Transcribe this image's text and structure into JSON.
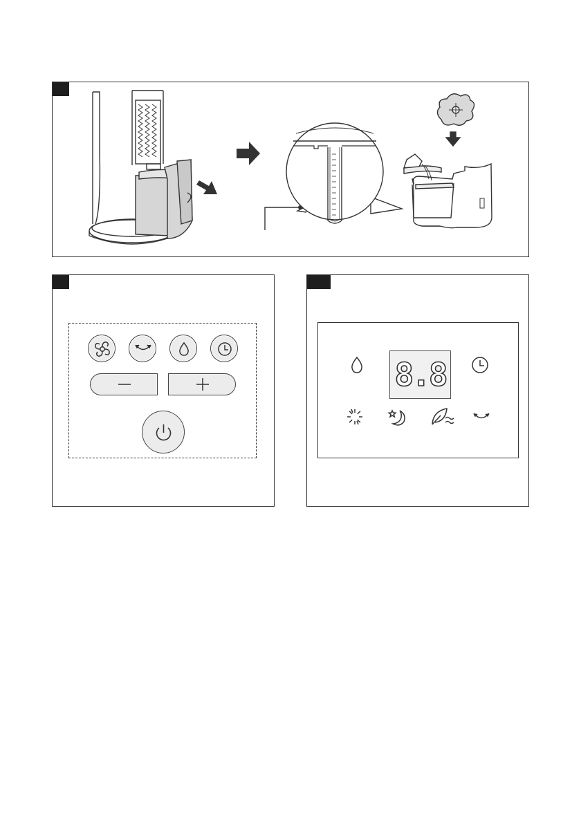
{
  "figures": {
    "top": {
      "tag_label": "",
      "caption": ""
    },
    "control_panel": {
      "tag_label": "",
      "caption": "",
      "buttons": [
        {
          "name": "fan-mode-button",
          "icon": "fan-swirl-icon"
        },
        {
          "name": "oscillation-button",
          "icon": "oscillation-arrow-icon"
        },
        {
          "name": "humidify-button",
          "icon": "water-drop-icon"
        },
        {
          "name": "timer-button",
          "icon": "clock-icon"
        },
        {
          "name": "decrease-button",
          "icon": "minus-icon"
        },
        {
          "name": "increase-button",
          "icon": "plus-icon"
        },
        {
          "name": "power-button",
          "icon": "power-icon"
        }
      ]
    },
    "display": {
      "tag_label": "",
      "caption": "",
      "readout": "8.8",
      "indicators": [
        {
          "name": "water-drop-indicator",
          "icon": "water-drop-icon"
        },
        {
          "name": "timer-indicator",
          "icon": "clock-icon"
        },
        {
          "name": "natural-wind-indicator",
          "icon": "wind-swirl-icon"
        },
        {
          "name": "sleep-mode-indicator",
          "icon": "moon-star-icon"
        },
        {
          "name": "eco-mode-indicator",
          "icon": "leaf-wave-icon"
        },
        {
          "name": "oscillation-indicator",
          "icon": "oscillation-arrow-icon"
        }
      ]
    }
  },
  "colors": {
    "line": "#333333",
    "fill_light": "#ececec",
    "fill_tank": "#d6d6d6",
    "tag": "#1e1e1e"
  }
}
